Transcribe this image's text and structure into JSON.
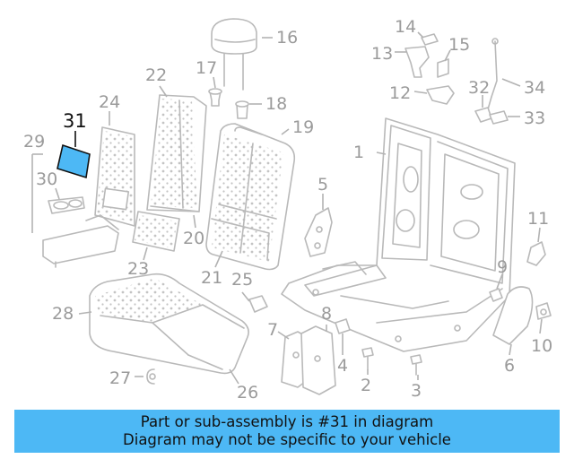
{
  "diagram": {
    "highlight_color": "#4db8f5",
    "callouts": {
      "c1": "1",
      "c2": "2",
      "c3": "3",
      "c4": "4",
      "c5": "5",
      "c6": "6",
      "c7": "7",
      "c8": "8",
      "c9": "9",
      "c10": "10",
      "c11": "11",
      "c12": "12",
      "c13": "13",
      "c14": "14",
      "c15": "15",
      "c16": "16",
      "c17": "17",
      "c18": "18",
      "c19": "19",
      "c20": "20",
      "c21": "21",
      "c22": "22",
      "c23": "23",
      "c24": "24",
      "c25": "25",
      "c26": "26",
      "c27": "27",
      "c28": "28",
      "c29": "29",
      "c30": "30",
      "c31": "31",
      "c32": "32",
      "c33": "33",
      "c34": "34"
    }
  },
  "banner": {
    "line1": "Part or sub-assembly is #31 in diagram",
    "line2": "Diagram may not be specific to your vehicle"
  }
}
